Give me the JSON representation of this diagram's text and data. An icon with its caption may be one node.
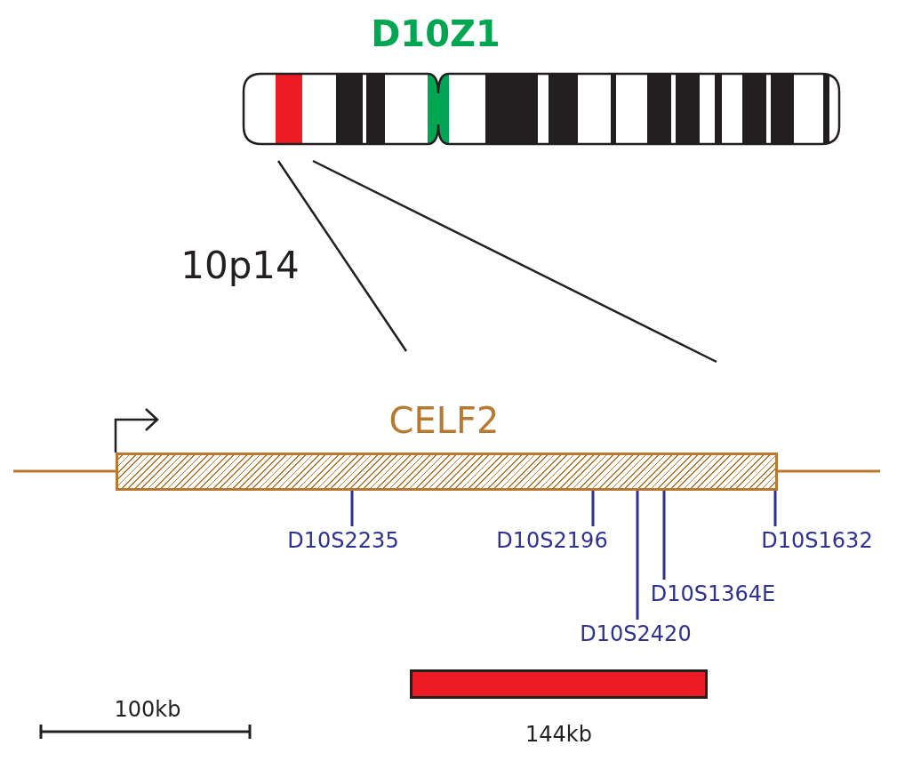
{
  "diagram": {
    "nodes": [
      {
        "text": [
          "CELF2"
        ]
      },
      {
        "text": [
          "D10S2235"
        ]
      },
      {
        "text": [
          "D10S2196"
        ]
      },
      {
        "text": [
          "D10S1632"
        ]
      },
      {
        "text": [
          "D10S1364E"
        ]
      },
      {
        "text": [
          "D10S2420"
        ]
      },
      {
        "text": [],
        "shape": "bar",
        "beside": [
          "144kb"
        ]
      }
    ],
    "edges": [
      {
        "from": 1,
        "to": 0,
        "arrow": "none"
      },
      {
        "from": 2,
        "to": 0,
        "arrow": "none"
      },
      {
        "from": 3,
        "to": 0,
        "arrow": "none"
      },
      {
        "from": 4,
        "to": 0,
        "arrow": "none"
      },
      {
        "from": 5,
        "to": 0,
        "arrow": "none"
      }
    ],
    "labels": [
      "D10Z1",
      "10p14",
      "100kb"
    ]
  }
}
